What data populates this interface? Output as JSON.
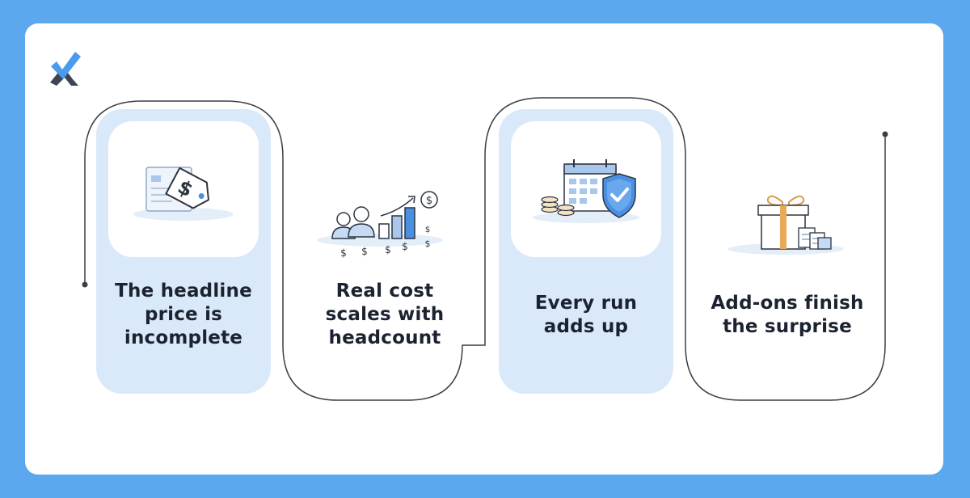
{
  "steps": [
    {
      "label": "The headline\nprice is\nincomplete",
      "icon": "price-tag-icon"
    },
    {
      "label": "Real cost\nscales with\nheadcount",
      "icon": "headcount-growth-icon"
    },
    {
      "label": "Every run\nadds up",
      "icon": "calendar-shield-icon"
    },
    {
      "label": "Add-ons finish\nthe surprise",
      "icon": "gift-box-icon"
    }
  ],
  "colors": {
    "background": "#5ba8ee",
    "card_fill": "#d9e9fa",
    "connector": "#3a3f47",
    "accent": "#4a90e2"
  }
}
